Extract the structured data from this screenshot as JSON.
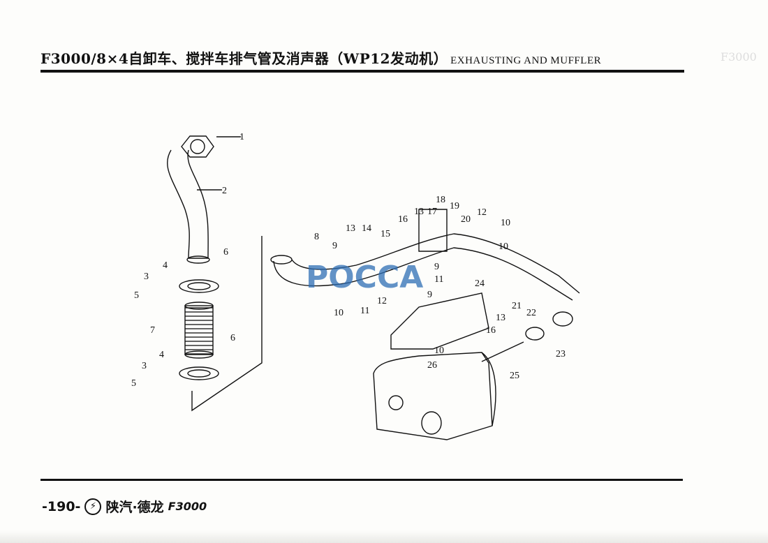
{
  "header": {
    "title_cn": "F3000/8×4自卸车、搅拌车排气管及消声器（WP12发动机）",
    "title_en": "EXHAUSTING AND MUFFLER",
    "ghost_text": "F3000"
  },
  "watermark": "POCCA",
  "diagram": {
    "left_callouts": [
      "1",
      "2",
      "6",
      "4",
      "3",
      "5",
      "7",
      "6",
      "4",
      "3",
      "5"
    ],
    "right_callouts": [
      "8",
      "9",
      "13",
      "14",
      "15",
      "10",
      "11",
      "12",
      "16",
      "13",
      "17",
      "18",
      "19",
      "20",
      "12",
      "10",
      "10",
      "9",
      "11",
      "9",
      "24",
      "13",
      "16",
      "21",
      "22",
      "23",
      "25",
      "26",
      "10"
    ]
  },
  "footer": {
    "page_number": "-190-",
    "logo_symbol": "⚡",
    "brand_cn": "陕汽·德龙",
    "brand_model": "F3000"
  }
}
